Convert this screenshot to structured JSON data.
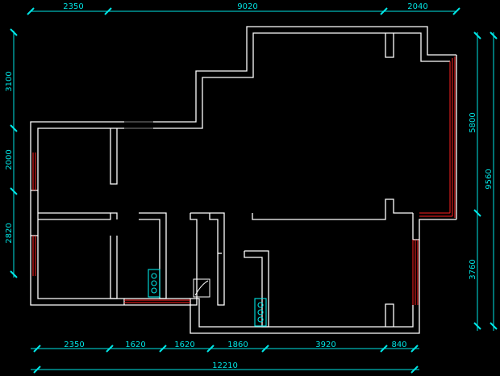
{
  "dimensions": {
    "top": [
      "2350",
      "9020",
      "2040"
    ],
    "bottom_segments": [
      "2350",
      "1620",
      "1620",
      "1860",
      "3920",
      "840"
    ],
    "bottom_total": "12210",
    "left": [
      "3100",
      "2000",
      "2820"
    ],
    "right": [
      "5800",
      "3760"
    ],
    "right_total": "9560"
  },
  "colors": {
    "background": "#000000",
    "walls": "#ffffff",
    "windows": "#ff2020",
    "dimensions": "#00e5e5"
  }
}
